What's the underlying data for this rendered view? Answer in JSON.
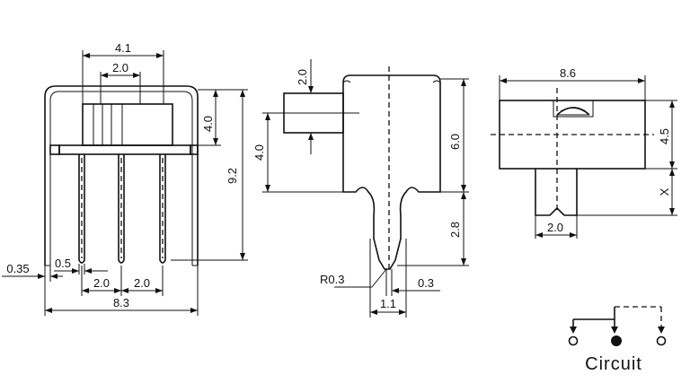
{
  "front_view": {
    "dim_body_width": "4.1",
    "dim_knob_width": "2.0",
    "dim_knob_height": "4.0",
    "dim_total_height": "9.2",
    "dim_pin_thickness": "0.35",
    "dim_pin_width": "0.5",
    "dim_pitch_left": "2.0",
    "dim_pitch_right": "2.0",
    "dim_total_width": "8.3"
  },
  "side_view": {
    "dim_knob_thickness": "2.0",
    "dim_knob_travel": "4.0",
    "dim_body_height": "6.0",
    "dim_lead_length": "2.8",
    "dim_tip_radius": "R0.3",
    "dim_tip_offset": "0.3",
    "dim_tip_width": "1.1"
  },
  "top_view": {
    "dim_body_length": "8.6",
    "dim_body_depth": "4.5",
    "dim_variable": "X",
    "dim_knob_width": "2.0"
  },
  "circuit": {
    "label": "Circuit"
  }
}
